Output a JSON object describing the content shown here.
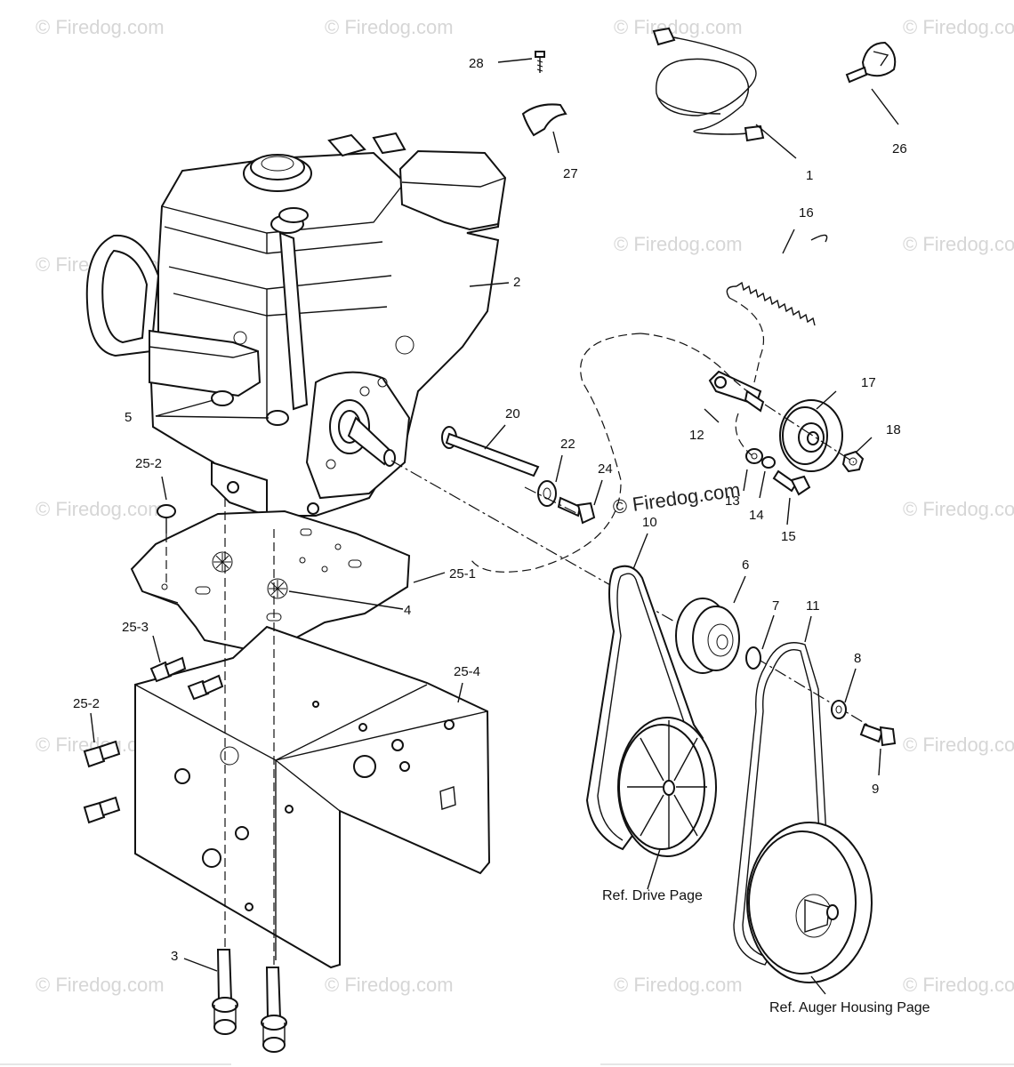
{
  "watermark": {
    "text": "© Firedog.com"
  },
  "callouts": {
    "c1": "1",
    "c2": "2",
    "c3": "3",
    "c4": "4",
    "c5": "5",
    "c6": "6",
    "c7": "7",
    "c8": "8",
    "c9": "9",
    "c10": "10",
    "c11": "11",
    "c12": "12",
    "c13": "13",
    "c14": "14",
    "c15": "15",
    "c16": "16",
    "c17": "17",
    "c18": "18",
    "c20": "20",
    "c22": "22",
    "c24": "24",
    "c25_1": "25-1",
    "c25_2a": "25-2",
    "c25_2b": "25-2",
    "c25_3": "25-3",
    "c25_4": "25-4",
    "c26": "26",
    "c27": "27",
    "c28": "28"
  },
  "references": {
    "drive": "Ref. Drive Page",
    "auger": "Ref. Auger Housing Page"
  }
}
